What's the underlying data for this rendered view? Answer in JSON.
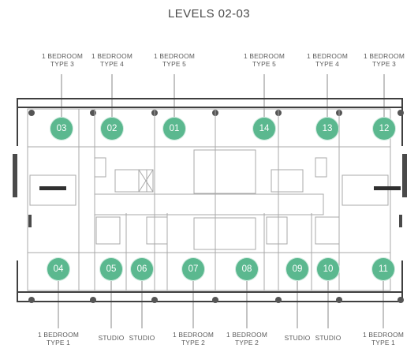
{
  "title": "LEVELS 02-03",
  "colors": {
    "unit_badge": "#5bb88f",
    "wall": "#3f3f3f",
    "ink": "#8a8a8a"
  },
  "top_labels": [
    {
      "line1": "1 BEDROOM",
      "line2": "TYPE 3"
    },
    {
      "line1": "1 BEDROOM",
      "line2": "TYPE 4"
    },
    {
      "line1": "1 BEDROOM",
      "line2": "TYPE 5"
    },
    {
      "line1": "1 BEDROOM",
      "line2": "TYPE 5"
    },
    {
      "line1": "1 BEDROOM",
      "line2": "TYPE 4"
    },
    {
      "line1": "1 BEDROOM",
      "line2": "TYPE 3"
    }
  ],
  "units_top": [
    "03",
    "02",
    "01",
    "14",
    "13",
    "12"
  ],
  "units_bottom": [
    "04",
    "05",
    "06",
    "07",
    "08",
    "09",
    "10",
    "11"
  ],
  "bottom_labels": [
    {
      "line1": "1 BEDROOM",
      "line2": "TYPE 1"
    },
    {
      "line1": "STUDIO",
      "line2": ""
    },
    {
      "line1": "STUDIO",
      "line2": ""
    },
    {
      "line1": "1 BEDROOM",
      "line2": "TYPE 2"
    },
    {
      "line1": "1 BEDROOM",
      "line2": "TYPE 2"
    },
    {
      "line1": "STUDIO",
      "line2": ""
    },
    {
      "line1": "STUDIO",
      "line2": ""
    },
    {
      "line1": "1 BEDROOM",
      "line2": "TYPE 1"
    }
  ]
}
